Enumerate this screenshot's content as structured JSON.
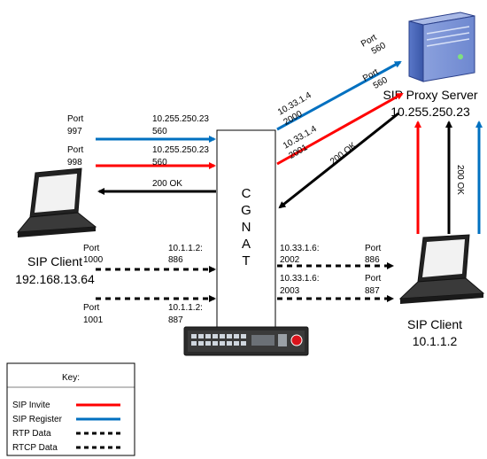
{
  "nodes": {
    "left_client": {
      "name": "SIP Client",
      "ip": "192.168.13.64"
    },
    "right_client": {
      "name": "SIP Client",
      "ip": "10.1.1.2"
    },
    "proxy": {
      "name": "SIP Proxy Server",
      "ip": "10.255.250.23"
    },
    "cgnat": {
      "letters": [
        "C",
        "G",
        "N",
        "A",
        "T"
      ]
    }
  },
  "labels": {
    "l1_port_a": "Port",
    "l1_port_b": "997",
    "l1_dst_a": "10.255.250.23",
    "l1_dst_b": "560",
    "l2_port_a": "Port",
    "l2_port_b": "998",
    "l2_dst_a": "10.255.250.23",
    "l2_dst_b": "560",
    "ok_left": "200 OK",
    "r1_port_a": "Port",
    "r1_port_b": "1000",
    "r1_src_a": "10.1.1.2:",
    "r1_src_b": "886",
    "r2_port_a": "Port",
    "r2_port_b": "1001",
    "r2_src_a": "10.1.1.2:",
    "r2_src_b": "887",
    "o1_src_a": "10.33.1.6:",
    "o1_src_b": "2002",
    "o1_port_a": "Port",
    "o1_port_b": "886",
    "o2_src_a": "10.33.1.6:",
    "o2_src_b": "2003",
    "o2_port_a": "Port",
    "o2_port_b": "887",
    "up1_src_a": "10.33.1.4",
    "up1_src_b": "2000",
    "up1_port_a": "Port",
    "up1_port_b": "560",
    "up2_src_a": "10.33.1.4",
    "up2_src_b": "2001",
    "up2_port_a": "Port",
    "up2_port_b": "560",
    "ok_diag": "200 OK",
    "ok_vert": "200 OK"
  },
  "key": {
    "title": "Key:",
    "items": [
      {
        "label": "SIP Invite",
        "style": "solid",
        "color": "#ff0000"
      },
      {
        "label": "SIP Register",
        "style": "solid",
        "color": "#0070c0"
      },
      {
        "label": "RTP Data",
        "style": "dashed",
        "color": "#000000"
      },
      {
        "label": "RTCP Data",
        "style": "dashed",
        "color": "#000000"
      }
    ]
  },
  "colors": {
    "invite": "#ff0000",
    "register": "#0070c0",
    "data": "#000000"
  }
}
